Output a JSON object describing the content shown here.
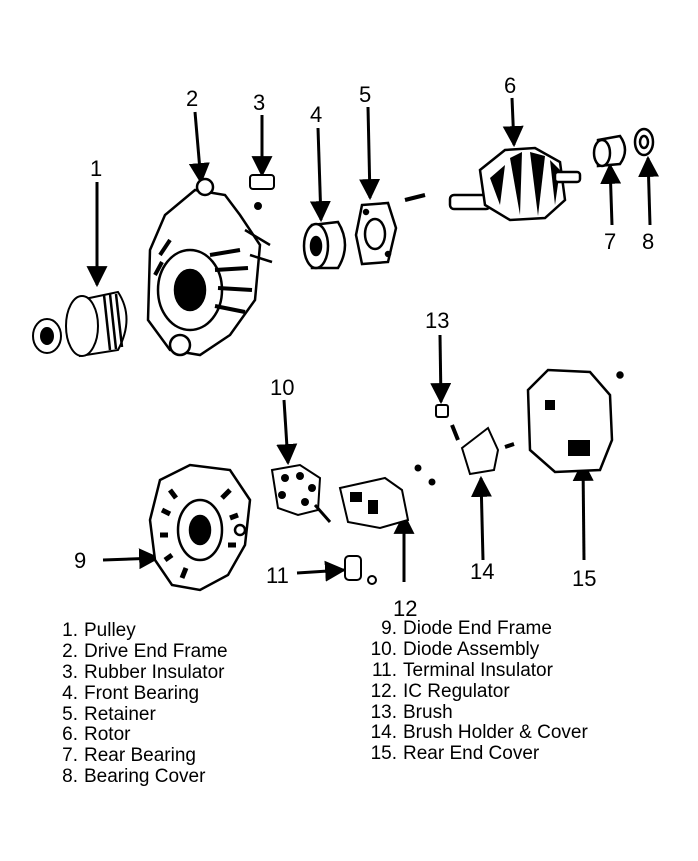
{
  "callouts": [
    "1",
    "2",
    "3",
    "4",
    "5",
    "6",
    "7",
    "8",
    "9",
    "10",
    "11",
    "12",
    "13",
    "14",
    "15"
  ],
  "legend": {
    "left": [
      {
        "num": "1.",
        "label": "Pulley"
      },
      {
        "num": "2.",
        "label": "Drive End Frame"
      },
      {
        "num": "3.",
        "label": "Rubber Insulator"
      },
      {
        "num": "4.",
        "label": "Front Bearing"
      },
      {
        "num": "5.",
        "label": "Retainer"
      },
      {
        "num": "6.",
        "label": "Rotor"
      },
      {
        "num": "7.",
        "label": "Rear Bearing"
      },
      {
        "num": "8.",
        "label": "Bearing Cover"
      }
    ],
    "right": [
      {
        "num": "9.",
        "label": "Diode End Frame"
      },
      {
        "num": "10.",
        "label": "Diode Assembly"
      },
      {
        "num": "11.",
        "label": "Terminal Insulator"
      },
      {
        "num": "12.",
        "label": "IC Regulator"
      },
      {
        "num": "13.",
        "label": "Brush"
      },
      {
        "num": "14.",
        "label": "Brush Holder & Cover"
      },
      {
        "num": "15.",
        "label": "Rear End Cover"
      }
    ]
  }
}
